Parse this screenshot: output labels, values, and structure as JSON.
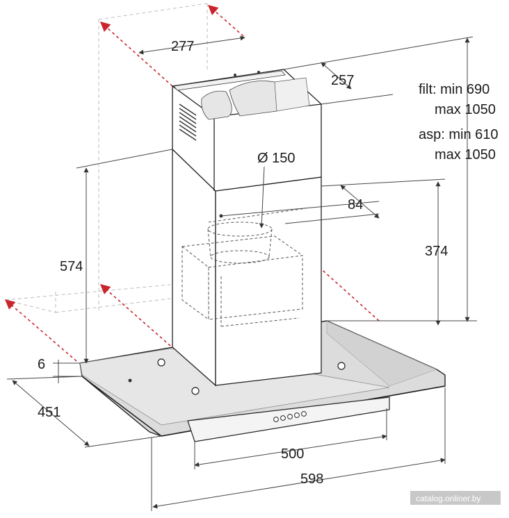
{
  "dimensions": {
    "chimney_width": "277",
    "chimney_depth": "257",
    "duct_diameter": "Ø 150",
    "duct_offset": "84",
    "chimney_height": "574",
    "inner_height": "374",
    "glass_thickness": "6",
    "canopy_depth": "451",
    "inner_width": "500",
    "total_width": "598"
  },
  "specs": {
    "filt_label": "filt:",
    "filt_min_word": "min",
    "filt_min": "690",
    "filt_max_word": "max",
    "filt_max": "1050",
    "asp_label": "asp:",
    "asp_min_word": "min",
    "asp_min": "610",
    "asp_max_word": "max",
    "asp_max": "1050"
  },
  "watermark": "catalog.onliner.by",
  "colors": {
    "accent_red": "#c8262c",
    "line": "#222222",
    "glass": "#d9d9d9"
  }
}
